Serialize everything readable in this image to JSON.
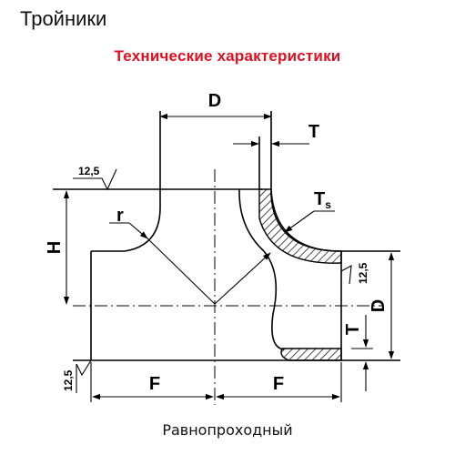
{
  "header": {
    "title": "Тройники",
    "subtitle": "Технические характеристики"
  },
  "diagram": {
    "labels": {
      "dim_d_top": "D",
      "dim_t_top": "T",
      "dim_ts_main": "T",
      "dim_ts_sub": "s",
      "dim_r": "r",
      "dim_h": "H",
      "dim_d_right": "D",
      "dim_t_right": "T",
      "dim_f_left": "F",
      "dim_f_right": "F",
      "roughness_top": "12,5",
      "roughness_left": "12,5",
      "roughness_right": "12,5"
    }
  },
  "footer": {
    "caption": "Равнопроходный"
  }
}
